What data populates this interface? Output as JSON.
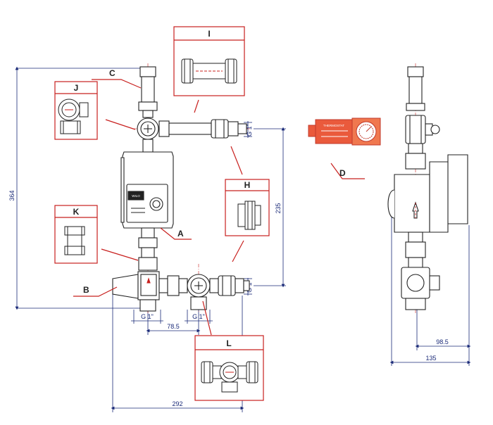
{
  "colors": {
    "outline": "#222222",
    "callout": "#c8201e",
    "dimension": "#1a2a78",
    "thermostat": "#e2553a"
  },
  "labels": {
    "a": "A",
    "b": "B",
    "c": "C",
    "d": "D",
    "h": "H",
    "i": "I",
    "j": "J",
    "k": "K",
    "l": "L"
  },
  "dimensions": {
    "height_total": "364",
    "height_ports": "235",
    "width_bottom": "292",
    "spacing_bottom": "78.5",
    "side_offset": "98.5",
    "side_depth": "135",
    "thread_top": "G 1\"",
    "thread_mid": "G 1\"",
    "thread_bottom_left": "G 1\"",
    "thread_bottom_mid": "G 1\""
  },
  "thermostat_text": "THERMOSTAT",
  "pump_badge": "WILO",
  "icons": [
    "pump-icon",
    "thermometer-gauge-icon",
    "mixing-valve-icon",
    "thermostat-icon",
    "nipple-fitting-icon",
    "union-coupling-icon",
    "ball-valve-icon"
  ]
}
